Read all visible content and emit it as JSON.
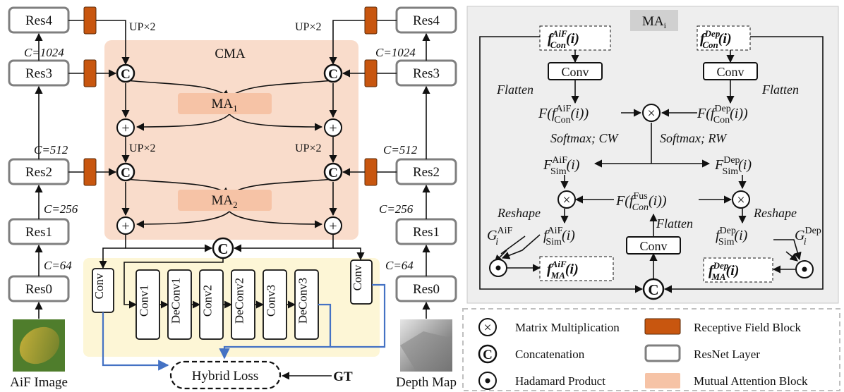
{
  "left_stack": {
    "res": [
      "Res0",
      "Res1",
      "Res2",
      "Res3",
      "Res4"
    ],
    "channels": [
      "C=64",
      "C=256",
      "C=512",
      "C=1024"
    ],
    "image_label": "AiF Image"
  },
  "right_stack": {
    "res": [
      "Res0",
      "Res1",
      "Res2",
      "Res3",
      "Res4"
    ],
    "channels": [
      "C=64",
      "C=256",
      "C=512",
      "C=1024"
    ],
    "image_label": "Depth Map"
  },
  "cma": {
    "title": "CMA",
    "ma1": "MA",
    "ma1_sub": "1",
    "ma2": "MA",
    "ma2_sub": "2",
    "up_label": "UP×2",
    "concat_symbol": "C",
    "plus_symbol": "+"
  },
  "decoder": {
    "conv_left": "Conv",
    "conv_right": "Conv",
    "blocks": [
      "Conv1",
      "DeConv1",
      "Conv2",
      "DeConv2",
      "Conv3",
      "DeConv3"
    ],
    "loss": "Hybrid Loss",
    "gt": "GT"
  },
  "ma_detail": {
    "title": "MA",
    "title_sub": "i",
    "f_con_aif": {
      "base": "f",
      "sup": "AiF",
      "sub": "Con",
      "arg": "(i)"
    },
    "f_con_dep": {
      "base": "f",
      "sup": "Dep",
      "sub": "Con",
      "arg": "(i)"
    },
    "conv": "Conv",
    "flatten": "Flatten",
    "F_aif": {
      "pre": "F(f",
      "sup": "AiF",
      "sub": "Con",
      "post": "(i))"
    },
    "F_dep": {
      "pre": "F(f",
      "sup": "Dep",
      "sub": "Con",
      "post": "(i))"
    },
    "softmax_cw": "Softmax; CW",
    "softmax_rw": "Softmax; RW",
    "f_sim_aif": {
      "base": "F",
      "sup": "AiF",
      "sub": "Sim",
      "arg": "(i)"
    },
    "f_sim_dep": {
      "base": "F",
      "sup": "Dep",
      "sub": "Sim",
      "arg": "(i)"
    },
    "F_fus": {
      "pre": "F(f",
      "sup": "Fus",
      "sub": "Con",
      "post": "(i))"
    },
    "reshape": "Reshape",
    "g_aif": {
      "base": "G",
      "sup": "AiF",
      "sub": "i"
    },
    "g_dep": {
      "base": "G",
      "sup": "Dep",
      "sub": "i"
    },
    "fs_sim_aif": {
      "base": "f",
      "sup": "AiF",
      "sub": "Sim",
      "arg": "(i)"
    },
    "fs_sim_dep": {
      "base": "f",
      "sup": "Dep",
      "sub": "Sim",
      "arg": "(i)"
    },
    "f_ma_aif": {
      "base": "f",
      "sup": "AiF",
      "sub": "MA",
      "arg": "(i)"
    },
    "f_ma_dep": {
      "base": "f",
      "sup": "Dep",
      "sub": "MA",
      "arg": "(i)"
    }
  },
  "legend": {
    "matrix": "Matrix Multiplication",
    "concat": "Concatenation",
    "hadamard": "Hadamard Product",
    "rfb": "Receptive Field Block",
    "resnet": "ResNet Layer",
    "mab": "Mutual Attention Block"
  },
  "colors": {
    "cma_bg": "#f9dccb",
    "decoder_bg": "#fdf6d6",
    "ma_panel_bg": "#eeeeee",
    "rfb": "#c8560f",
    "ma_block": "#f6c3a6",
    "blue_line": "#4472c4",
    "res_border": "#7f7f7f"
  }
}
